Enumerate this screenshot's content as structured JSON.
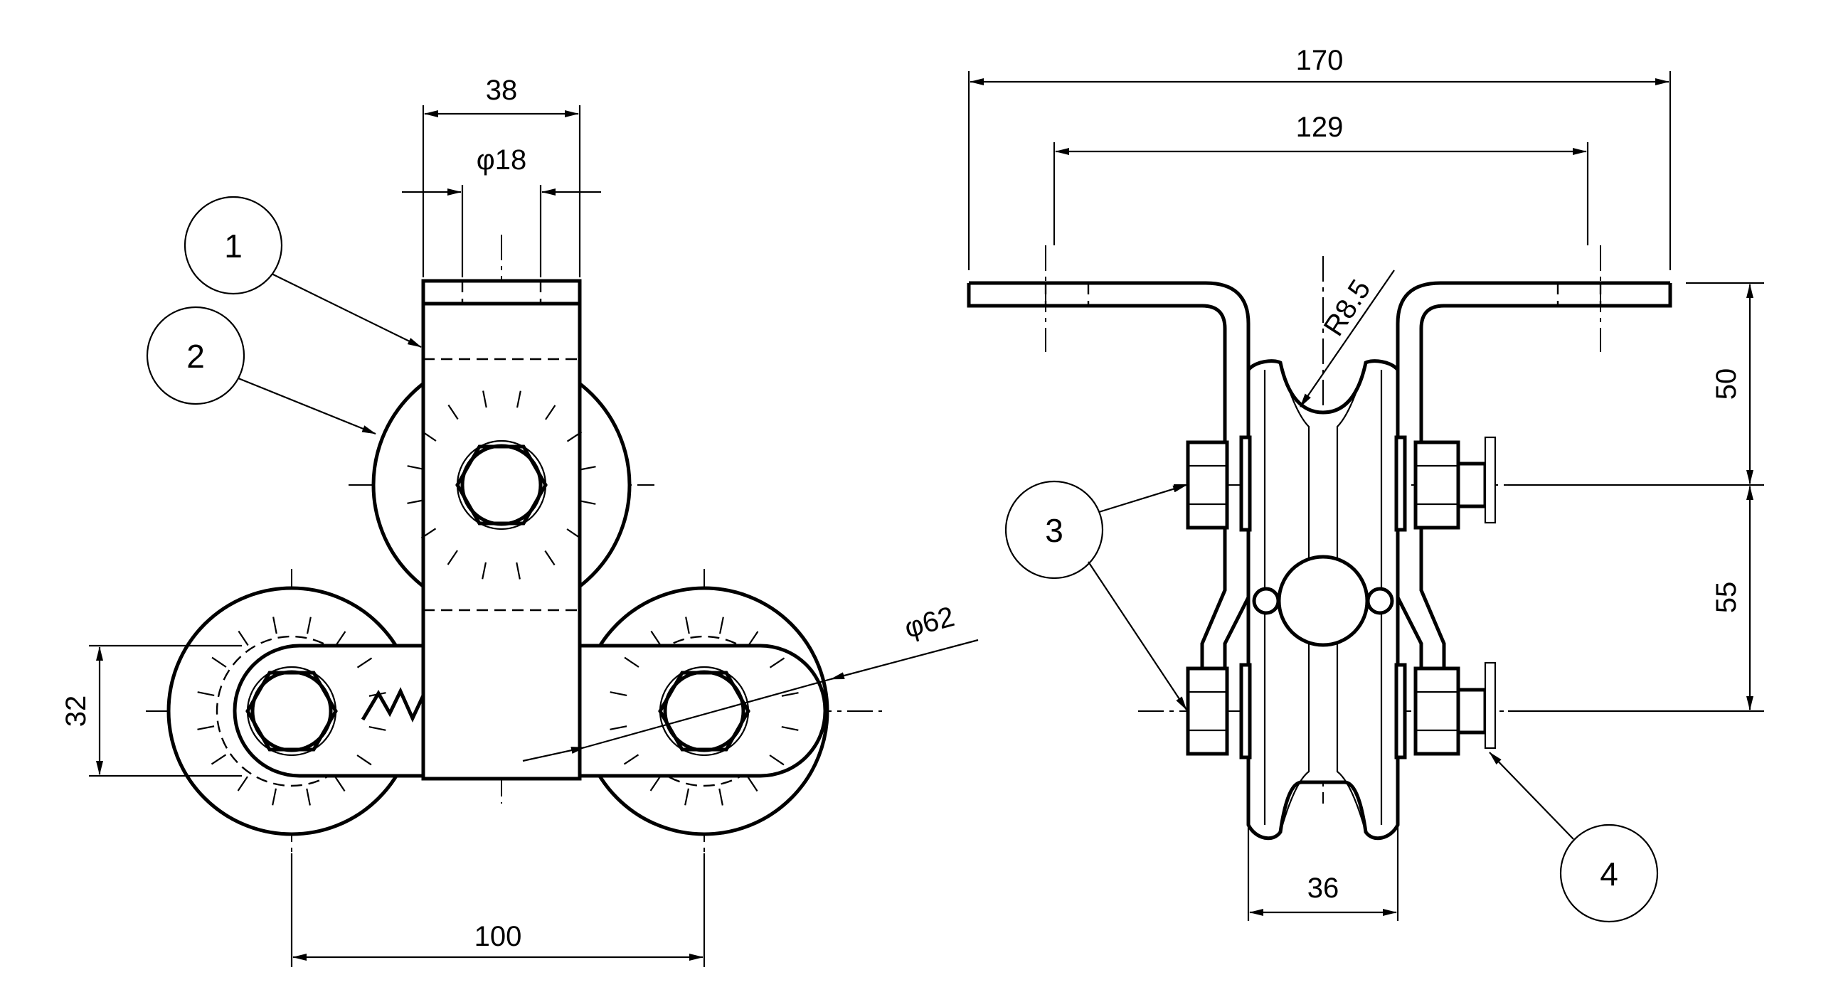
{
  "front_view": {
    "dims": {
      "width_38": "38",
      "hole_dia_18": "φ18",
      "height_32": "32",
      "wheel_spacing_100": "100",
      "wheel_dia_62": "φ62"
    },
    "balloons": {
      "b1": "1",
      "b2": "2"
    }
  },
  "side_view": {
    "dims": {
      "overall_170": "170",
      "holes_129": "129",
      "radius_r85": "R8.5",
      "height_50": "50",
      "height_55": "55",
      "width_36": "36"
    },
    "balloons": {
      "b3": "3",
      "b4": "4"
    }
  },
  "colors": {
    "ink": "#000000",
    "paper": "#ffffff"
  }
}
